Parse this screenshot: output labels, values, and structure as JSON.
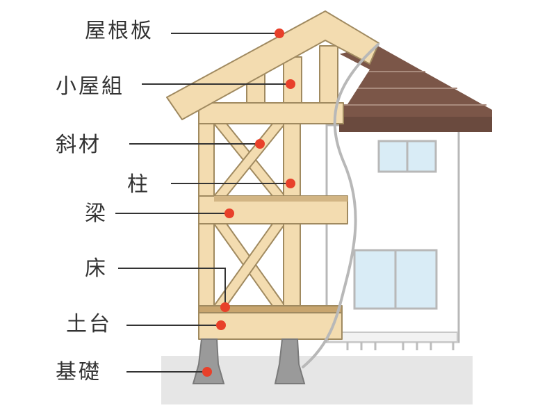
{
  "labels": {
    "roof_board": "屋根板",
    "roof_truss": "小屋組",
    "brace": "斜材",
    "post": "柱",
    "beam": "梁",
    "floor": "床",
    "sill": "土台",
    "foundation": "基礎"
  },
  "colors": {
    "wood": "#f3dcb0",
    "wood_stroke": "#a08a60",
    "roof_dark": "#7b5648",
    "wall": "#ffffff",
    "wall_outline": "#b8b8b8",
    "window_glass": "#d9ecf6",
    "ground": "#e6e6e6",
    "foundation": "#9a9a9a",
    "marker": "#e8402a",
    "leader_line": "#333333"
  }
}
